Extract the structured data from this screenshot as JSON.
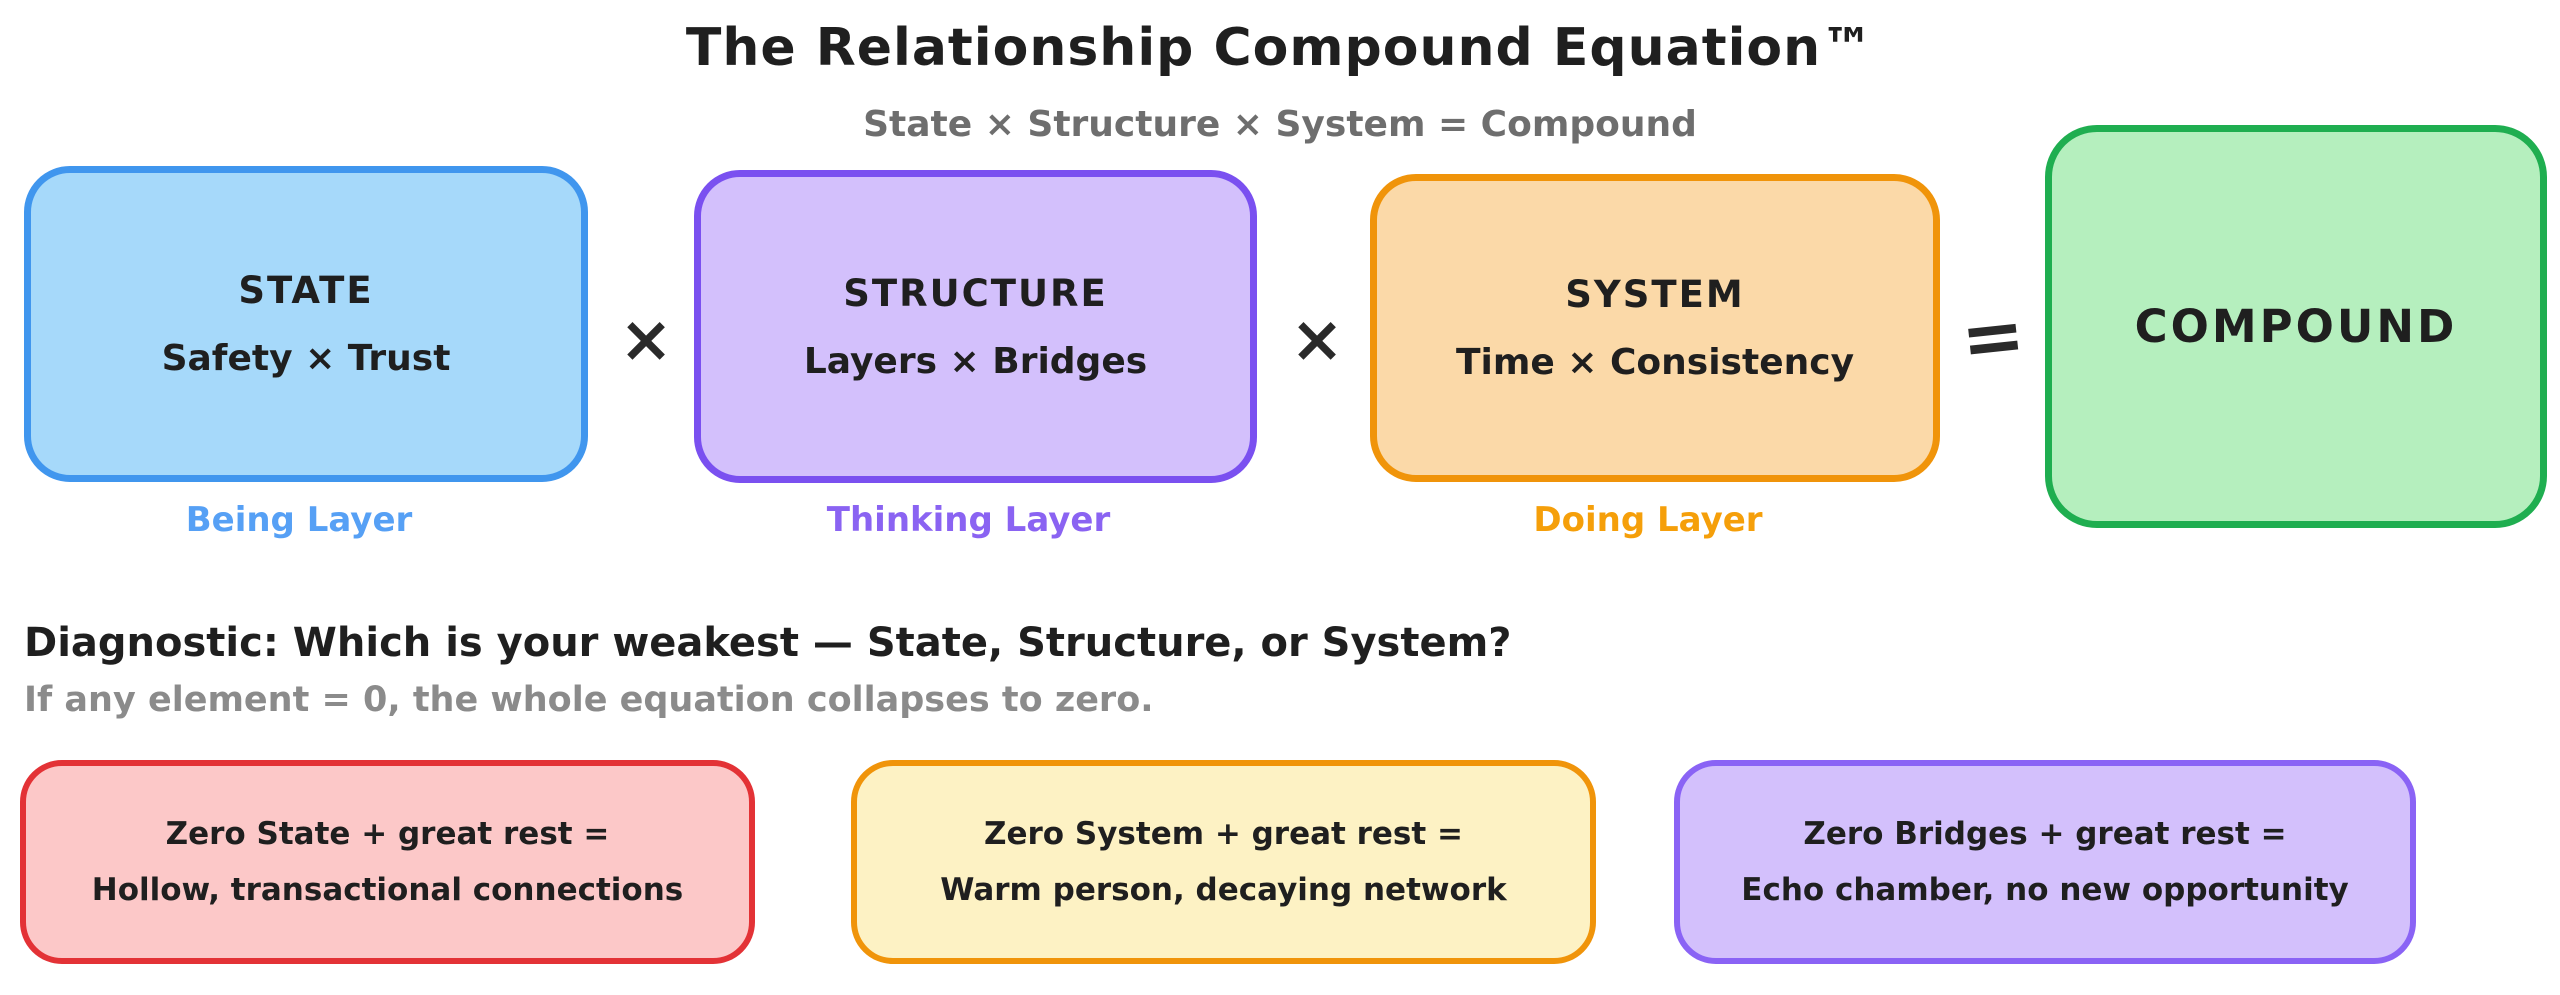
{
  "title": "The Relationship Compound Equation™",
  "subtitle": "State × Structure × System = Compound",
  "equation": {
    "operators": [
      "×",
      "×",
      "="
    ],
    "boxes": [
      {
        "name": "STATE",
        "formula": "Safety × Trust",
        "layer_label": "Being Layer",
        "fill": "#a6d9fa",
        "border": "#4096ee",
        "label_color": "#56a0f5"
      },
      {
        "name": "STRUCTURE",
        "formula": "Layers × Bridges",
        "layer_label": "Thinking Layer",
        "fill": "#d3c0fc",
        "border": "#7a50f0",
        "label_color": "#8a63f2"
      },
      {
        "name": "SYSTEM",
        "formula": "Time × Consistency",
        "layer_label": "Doing Layer",
        "fill": "#fbd9a8",
        "border": "#f0940a",
        "label_color": "#f59f0a"
      },
      {
        "name": "COMPOUND",
        "fill": "#b5efbe",
        "border": "#1fae50"
      }
    ]
  },
  "diagnostic": {
    "question": "Diagnostic: Which is your weakest — State, Structure, or System?",
    "note": "If any element = 0, the whole equation collapses to zero."
  },
  "failure_cards": [
    {
      "line1": "Zero State + great rest =",
      "line2": "Hollow, transactional connections",
      "fill": "#fcc8c8",
      "border": "#e33236"
    },
    {
      "line1": "Zero System + great rest =",
      "line2": "Warm person, decaying network",
      "fill": "#fdf2c4",
      "border": "#f0940a"
    },
    {
      "line1": "Zero Bridges + great rest =",
      "line2": "Echo chamber, no new opportunity",
      "fill": "#d3c0fc",
      "border": "#8a63f5"
    }
  ],
  "text_colors": {
    "primary": "#1f1f1f",
    "subtitle": "#6e6e6e",
    "note": "#8b8b8b"
  }
}
